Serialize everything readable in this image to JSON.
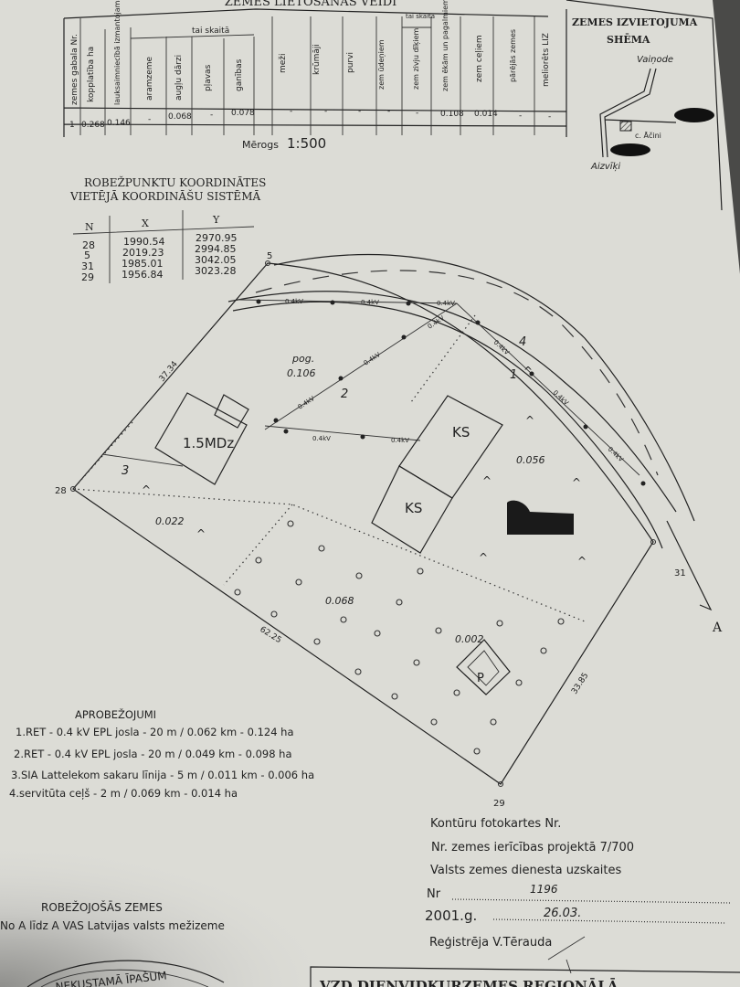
{
  "land_use_table": {
    "title": "ZEMES LIETOŠANAS VEIDI",
    "headers": {
      "parcel_no": "zemes gabala Nr.",
      "total_area": "kopplatība ha",
      "agricultural": "lauksaimniecībā izmantojamā zeme",
      "incl": "tai skaitā",
      "arable": "aramzeme",
      "orchards": "augļu dārzi",
      "meadows": "pļavas",
      "pastures": "ganības",
      "forests": "meži",
      "shrubs": "krūmāji",
      "swamps": "purvi",
      "under_water": "zem ūdeņiem",
      "incl2": "tai skaitā",
      "fish_ponds": "zem zivju dīķiem",
      "under_buildings": "zem ēkām un pagalmiem",
      "under_roads": "zem ceļiem",
      "other": "pārējās zemes",
      "reclaimed": "meliorēts LIZ"
    },
    "row": [
      "1",
      "0.268",
      "0.146",
      "-",
      "0.068",
      "-",
      "0.078",
      "-",
      "-",
      "-",
      "-",
      "-",
      "0.108",
      "0.014",
      "-",
      "-"
    ]
  },
  "scale": {
    "label": "Mērogs",
    "value": "1:500"
  },
  "location_scheme": {
    "title_line1": "ZEMES IZVIETOJUMA",
    "title_line2": "SHĒMA",
    "place_north": "Vaiņode",
    "place_south": "Aizvīķi",
    "place_road_label": "c. Āčini"
  },
  "coordinates": {
    "title_line1": "ROBEŽPUNKTU KOORDINĀTES",
    "title_line2": "VIETĒJĀ KOORDINĀŠU SISTĒMĀ",
    "headers": [
      "N",
      "X",
      "Y"
    ],
    "rows": [
      [
        "28",
        "1990.54",
        "2970.95"
      ],
      [
        "5",
        "2019.23",
        "2994.85"
      ],
      [
        "31",
        "1985.01",
        "3042.05"
      ],
      [
        "29",
        "1956.84",
        "3023.28"
      ]
    ]
  },
  "plan": {
    "points": {
      "p28": "28",
      "p5": "5",
      "p31": "31",
      "p29": "29",
      "A": "A"
    },
    "lengths": {
      "l1": "37.34",
      "l2": "62.25",
      "l3": "33.85"
    },
    "areas": {
      "pog_label": "pog.",
      "pog": "0.106",
      "a056": "0.056",
      "a022": "0.022",
      "a068": "0.068",
      "a002": "0.002"
    },
    "buildings": {
      "b1": "1.5MDz",
      "ks1": "KS",
      "ks2": "KS",
      "p": "P"
    },
    "restriction_nums": {
      "n1": "1",
      "n2": "2",
      "n3": "3",
      "n4": "4"
    },
    "power_label": "0.4kV"
  },
  "restrictions": {
    "title": "APROBEŽOJUMI",
    "items": [
      "1.RET - 0.4 kV EPL josla - 20 m / 0.062 km - 0.124 ha",
      "2.RET - 0.4 kV EPL josla - 20 m / 0.049 km - 0.098 ha",
      "3.SIA Lattelekom sakaru līnija - 5 m / 0.011 km - 0.006 ha",
      "4.servitūta ceļš - 2 m / 0.069 km - 0.014 ha"
    ]
  },
  "registry": {
    "photo_map": "Kontūru fotokartes Nr.",
    "project": "Nr. zemes ierīcības projektā 7/700",
    "service": "Valsts zemes dienesta uzskaites",
    "nr_label": "Nr",
    "nr_value": "1196",
    "year_label": "2001.g.",
    "date_value": "26.03.",
    "registrar": "Reģistrēja V.Tērauda"
  },
  "neighbours": {
    "title": "ROBEŽOJOŠĀS ZEMES",
    "item": "No A līdz A   VAS Latvijas valsts mežizeme"
  },
  "stamp": {
    "text": "NEKUSTAMĀ ĪPAŠUM"
  },
  "footer_box": {
    "text": "VZD DIENVIDKURZEMES REĢIONĀLĀ"
  }
}
